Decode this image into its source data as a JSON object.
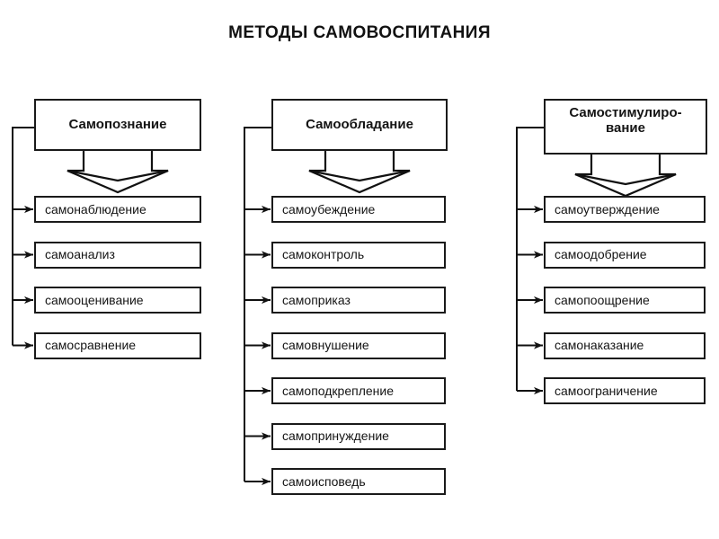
{
  "title": "МЕТОДЫ САМОВОСПИТАНИЯ",
  "theme": {
    "background": "#ffffff",
    "line": "#1a1a1a",
    "text": "#141414"
  },
  "columns": [
    {
      "id": "self-cognition",
      "header": "Самопознание",
      "header_lines": [
        "Самопознание"
      ],
      "items": [
        "самонаблюдение",
        "самоанализ",
        "самооценивание",
        "самосравнение"
      ]
    },
    {
      "id": "self-control",
      "header": "Самообладание",
      "header_lines": [
        "Самообладание"
      ],
      "items": [
        "самоубеждение",
        "самоконтроль",
        "самоприказ",
        "самовнушение",
        "самоподкрепление",
        "самопринуждение",
        "самоисповедь"
      ]
    },
    {
      "id": "self-stimulation",
      "header": "Самостимулиро-вание",
      "header_lines": [
        "Самостимулиро-",
        "вание"
      ],
      "items": [
        "самоутверждение",
        "самоодобрение",
        "самопоощрение",
        "самонаказание",
        "самоограничение"
      ]
    }
  ]
}
